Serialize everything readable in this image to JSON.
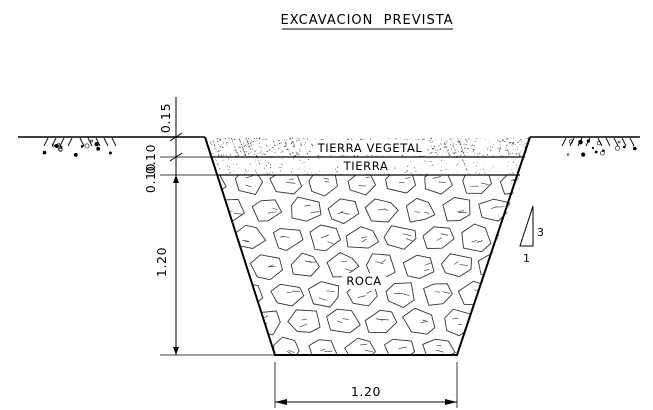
{
  "drawing": {
    "title": "EXCAVACION  PREVISTA",
    "layers": {
      "topsoil": "TIERRA VEGETAL",
      "soil": "TIERRA",
      "rock": "ROCA"
    },
    "dimensions": {
      "vertical_1": "0.15",
      "vertical_2": "0.10",
      "vertical_3": "0.10",
      "vertical_4": "1.20",
      "bottom_width": "1.20"
    },
    "slope": {
      "vertical": "3",
      "horizontal": "1"
    }
  },
  "colors": {
    "line": "#000000",
    "background": "#ffffff",
    "hatch": "#333333"
  }
}
